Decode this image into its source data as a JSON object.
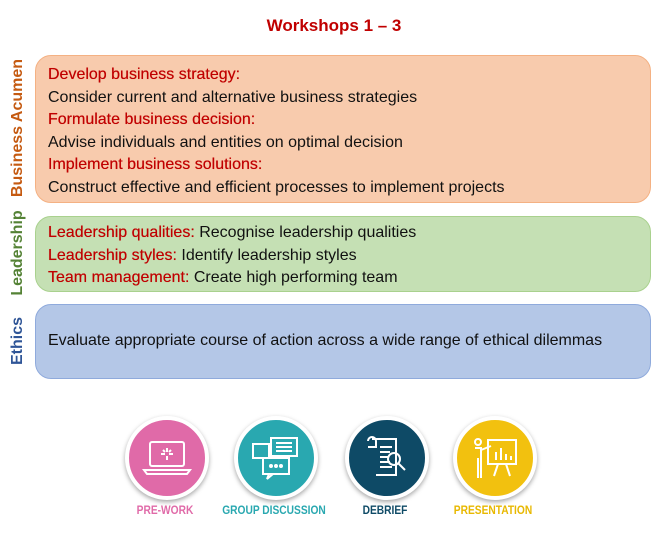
{
  "title": "Workshops 1 – 3",
  "sections": [
    {
      "label": "Business Acumen",
      "items": [
        {
          "heading": "Develop business strategy:",
          "text": "Consider current and alternative business strategies"
        },
        {
          "heading": "Formulate business decision:",
          "text": "Advise individuals and entities on optimal decision"
        },
        {
          "heading": "Implement business solutions:",
          "text": "Construct effective and efficient processes to implement projects"
        }
      ]
    },
    {
      "label": "Leadership",
      "items": [
        {
          "heading": "Leadership qualities:",
          "text": "Recognise leadership qualities"
        },
        {
          "heading": "Leadership styles:",
          "text": "Identify leadership styles"
        },
        {
          "heading": "Team management:",
          "text": "Create high performing team"
        }
      ]
    },
    {
      "label": "Ethics",
      "text": "Evaluate appropriate course of action across a wide range of ethical dilemmas"
    }
  ],
  "icons": [
    {
      "label": "PRE-WORK",
      "icon": "laptop-icon",
      "color": "#e06aa8"
    },
    {
      "label": "GROUP DISCUSSION",
      "icon": "chat-bubbles-icon",
      "color": "#29a8b0"
    },
    {
      "label": "DEBRIEF",
      "icon": "document-search-icon",
      "color": "#0e4a66"
    },
    {
      "label": "PRESENTATION",
      "icon": "presentation-board-icon",
      "color": "#f2c10f"
    }
  ]
}
